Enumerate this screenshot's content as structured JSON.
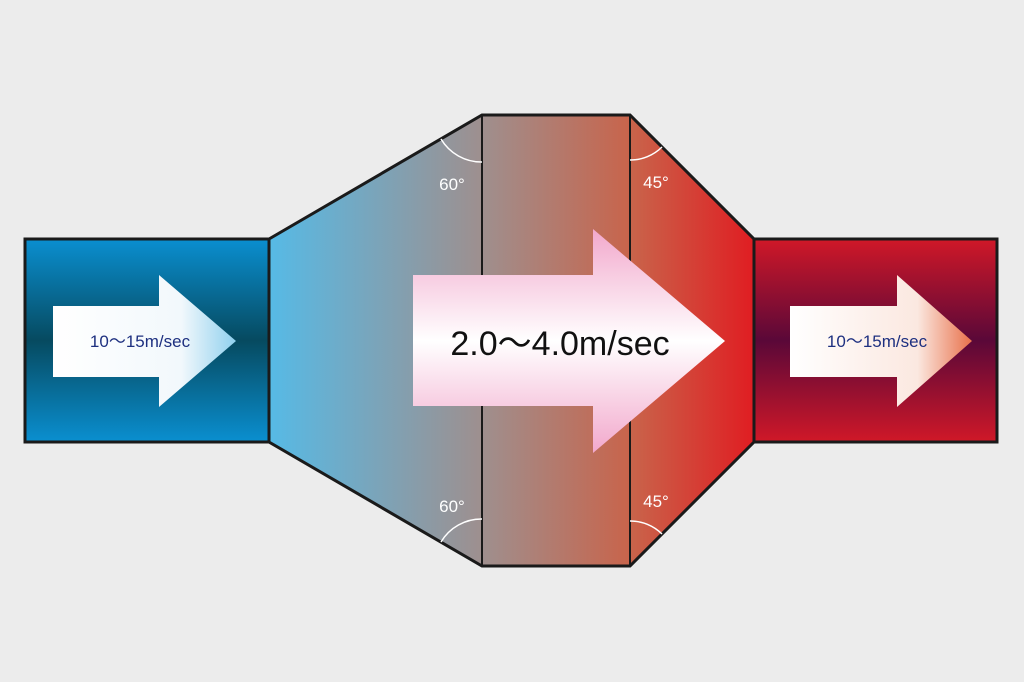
{
  "inlet": {
    "velocity_label": "10〜15m/sec"
  },
  "chamber": {
    "velocity_label": "2.0〜4.0m/sec"
  },
  "outlet": {
    "velocity_label": "10〜15m/sec"
  },
  "angles": {
    "inlet_top": "60°",
    "inlet_bottom": "60°",
    "outlet_top": "45°",
    "outlet_bottom": "45°"
  },
  "colors": {
    "background": "#ececec",
    "inlet_blue": "#0088c8",
    "outlet_red": "#c81428",
    "chamber_mid": "#a88a80",
    "outline": "#1a1a1a",
    "label_navy": "#1e3080"
  }
}
